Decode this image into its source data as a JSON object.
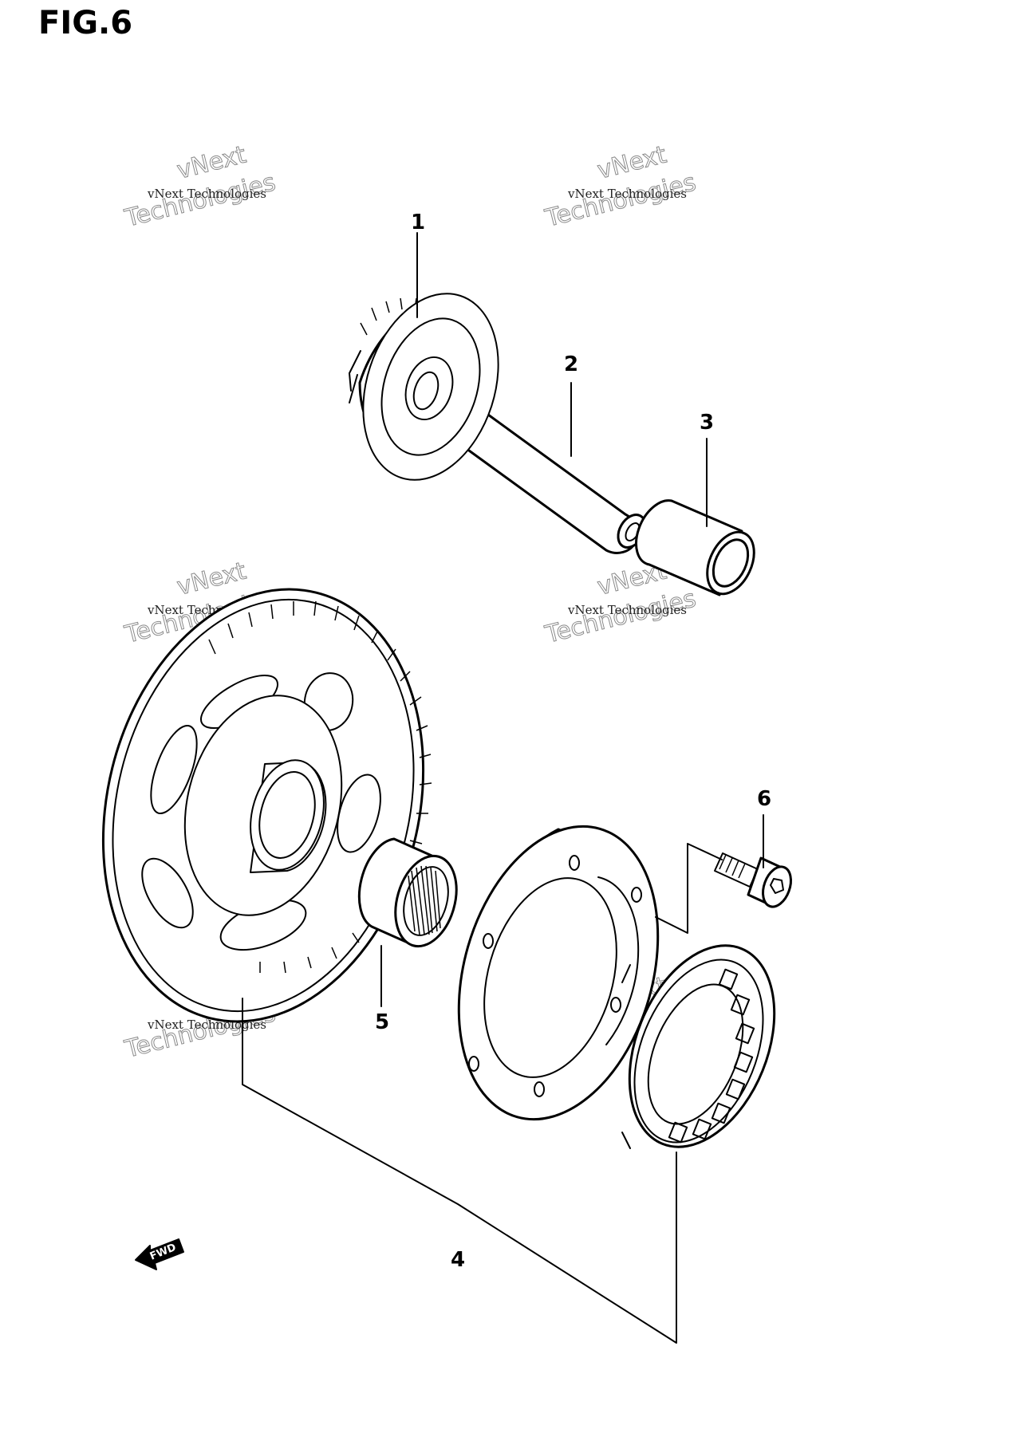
{
  "figure": {
    "title": "FIG.6"
  },
  "callouts": [
    "1",
    "2",
    "3",
    "4",
    "5",
    "6"
  ],
  "watermark": {
    "line1": "vNext Technologies",
    "line2": "vNext",
    "line3": "Technologies"
  },
  "fwd_arrow": {
    "label": "FWD"
  }
}
